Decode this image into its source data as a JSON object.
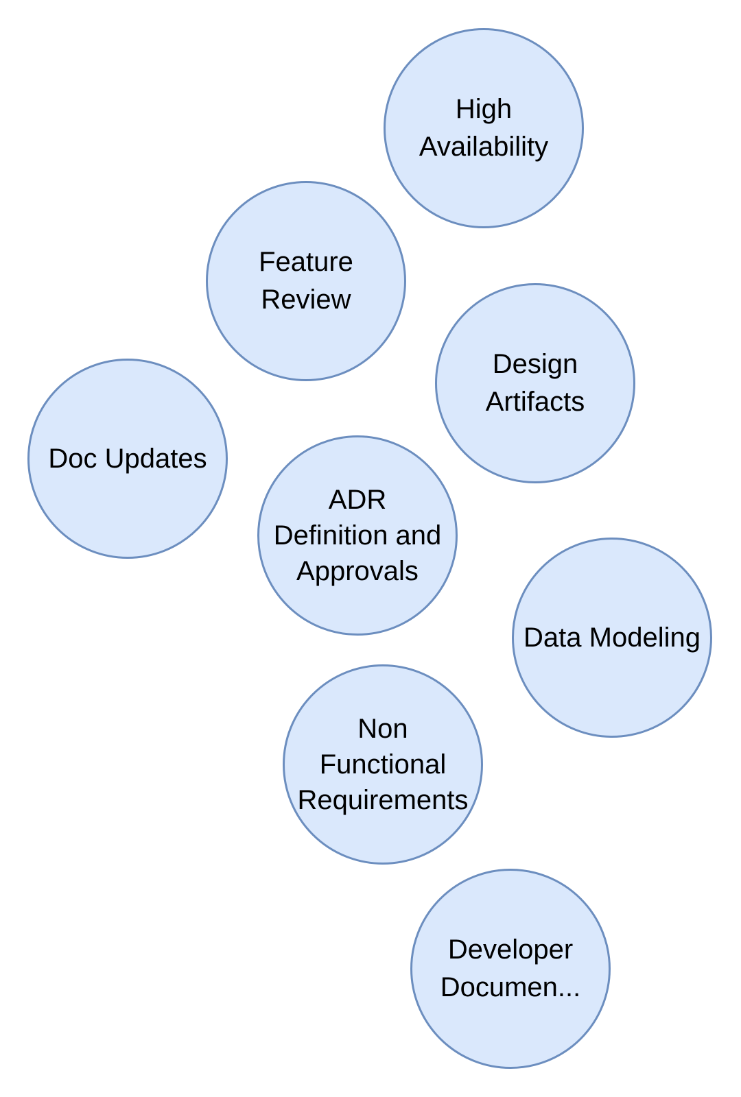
{
  "diagram": {
    "colors": {
      "node_fill": "#dae8fc",
      "node_stroke": "#6c8ebf",
      "text": "#000000",
      "background": "#ffffff"
    },
    "nodes": [
      {
        "id": "high-availability",
        "label": "High\nAvailability"
      },
      {
        "id": "feature-review",
        "label": "Feature\nReview"
      },
      {
        "id": "design-artifacts",
        "label": "Design\nArtifacts"
      },
      {
        "id": "doc-updates",
        "label": "Doc Updates"
      },
      {
        "id": "adr-definition-and-approvals",
        "label": "ADR\nDefinition and\nApprovals"
      },
      {
        "id": "data-modeling",
        "label": "Data Modeling"
      },
      {
        "id": "non-functional-requirements",
        "label": "Non\nFunctional\nRequirements"
      },
      {
        "id": "developer-documentation",
        "label": "Developer\nDocumen..."
      }
    ]
  }
}
